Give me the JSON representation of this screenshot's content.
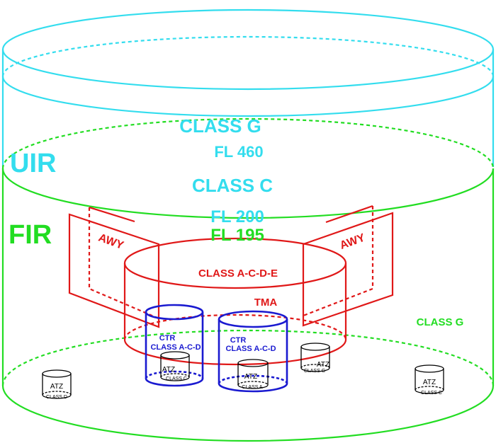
{
  "colors": {
    "uir": "#33ddee",
    "fir": "#22dd22",
    "tma": "#e01818",
    "ctr": "#1a1ad0",
    "atz": "#000000"
  },
  "labels": {
    "uir": "UIR",
    "fir": "FIR",
    "uir_class": "CLASS G",
    "uir_fl_top": "FL 460",
    "uir_class_c": "CLASS C",
    "uir_fl_bottom": "FL 200",
    "fir_fl_top": "FL 195",
    "fir_class": "CLASS G",
    "tma_class": "CLASS A-C-D-E",
    "tma": "TMA",
    "awy_left": "AWY",
    "awy_right": "AWY",
    "ctr_left_name": "CTR",
    "ctr_left_class": "CLASS A-C-D",
    "ctr_right_name": "CTR",
    "ctr_right_class": "CLASS A-C-D"
  },
  "atz": [
    {
      "label": "ATZ",
      "class": "CLASS D"
    },
    {
      "label": "ATZ",
      "class": "CLASS C"
    },
    {
      "label": "ATZ",
      "class": "CLASS A"
    },
    {
      "label": "ATZ",
      "class": "CLASS G"
    },
    {
      "label": "ATZ",
      "class": "CLASS C"
    }
  ]
}
